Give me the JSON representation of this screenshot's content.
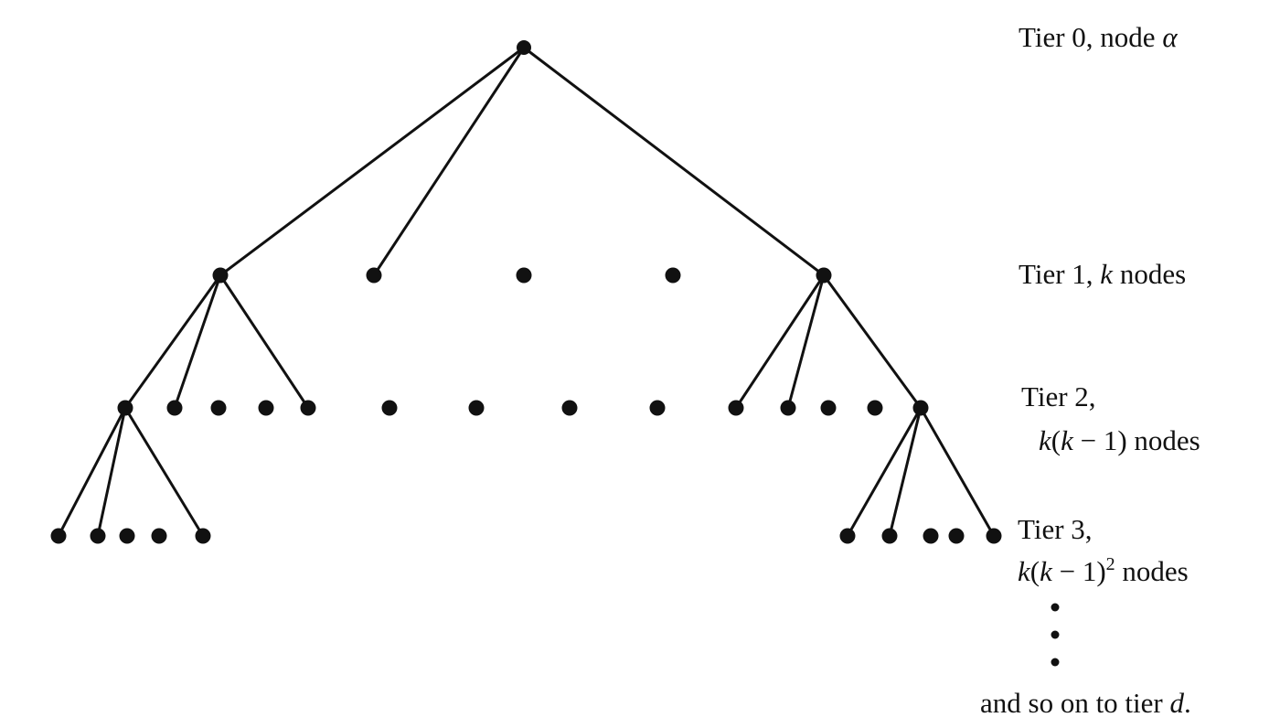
{
  "tiers": {
    "tier0": {
      "prefix": "Tier 0, node ",
      "var": "α"
    },
    "tier1": {
      "prefix": "Tier 1, ",
      "var": "k",
      "suffix": " nodes"
    },
    "tier2": {
      "line1": "Tier 2,",
      "var1": "k",
      "open": "(",
      "var2": "k",
      "mid": " − 1) nodes"
    },
    "tier3": {
      "line1": "Tier 3,",
      "var1": "k",
      "open": "(",
      "var2": "k",
      "mid": " − 1)",
      "exp": "2",
      "suffix": " nodes"
    },
    "final": {
      "prefix": "and so on to tier ",
      "var": "d",
      "suffix": "."
    }
  }
}
